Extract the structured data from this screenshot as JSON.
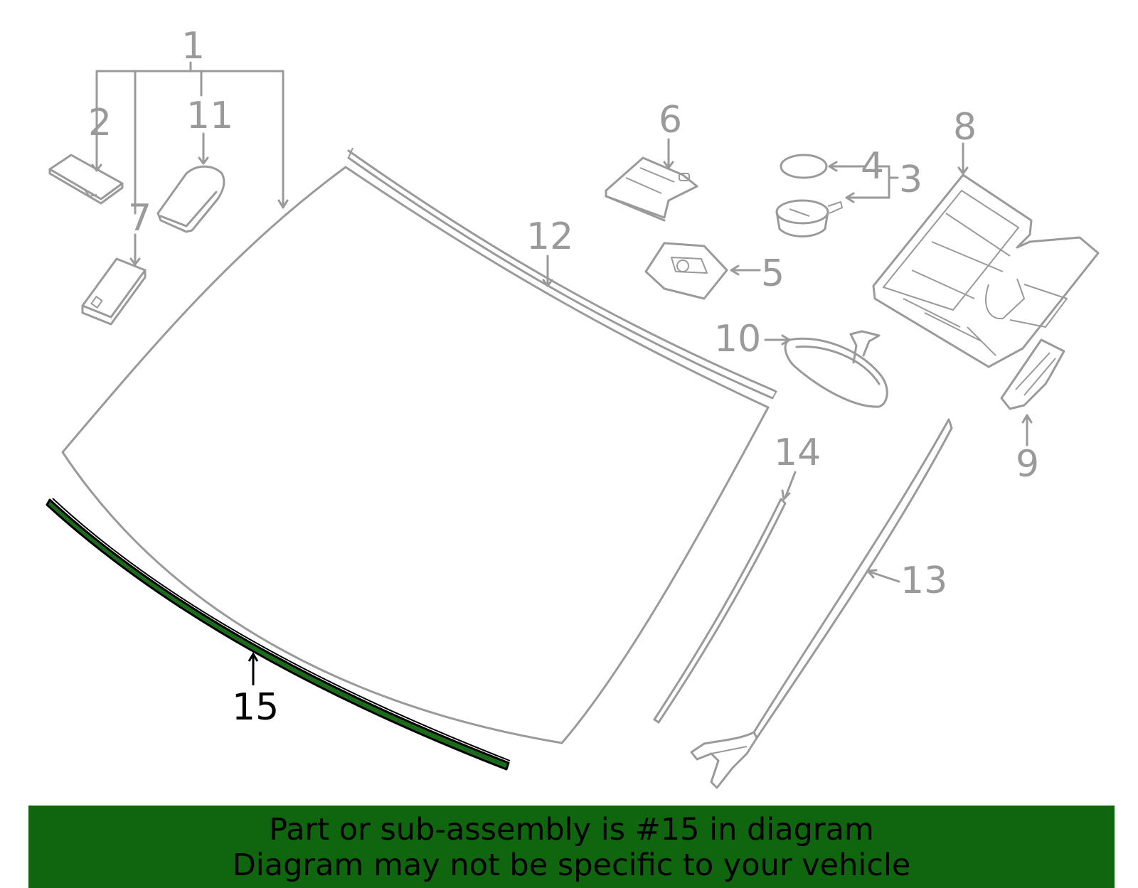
{
  "diagram": {
    "callouts": [
      {
        "id": "1",
        "text": "1"
      },
      {
        "id": "2",
        "text": "2"
      },
      {
        "id": "3",
        "text": "3"
      },
      {
        "id": "4",
        "text": "4"
      },
      {
        "id": "5",
        "text": "5"
      },
      {
        "id": "6",
        "text": "6"
      },
      {
        "id": "7",
        "text": "7"
      },
      {
        "id": "8",
        "text": "8"
      },
      {
        "id": "9",
        "text": "9"
      },
      {
        "id": "10",
        "text": "10"
      },
      {
        "id": "11",
        "text": "11"
      },
      {
        "id": "12",
        "text": "12"
      },
      {
        "id": "13",
        "text": "13"
      },
      {
        "id": "14",
        "text": "14"
      },
      {
        "id": "15",
        "text": "15"
      }
    ],
    "highlighted_part": "15",
    "colors": {
      "line": "#9a9a9a",
      "highlight_fill": "#1a6b1a",
      "highlight_outline": "#000000",
      "banner_bg": "#0f660f"
    }
  },
  "banner": {
    "line1": "Part or sub-assembly is #15 in diagram",
    "line2": "Diagram may not be specific to your vehicle"
  }
}
